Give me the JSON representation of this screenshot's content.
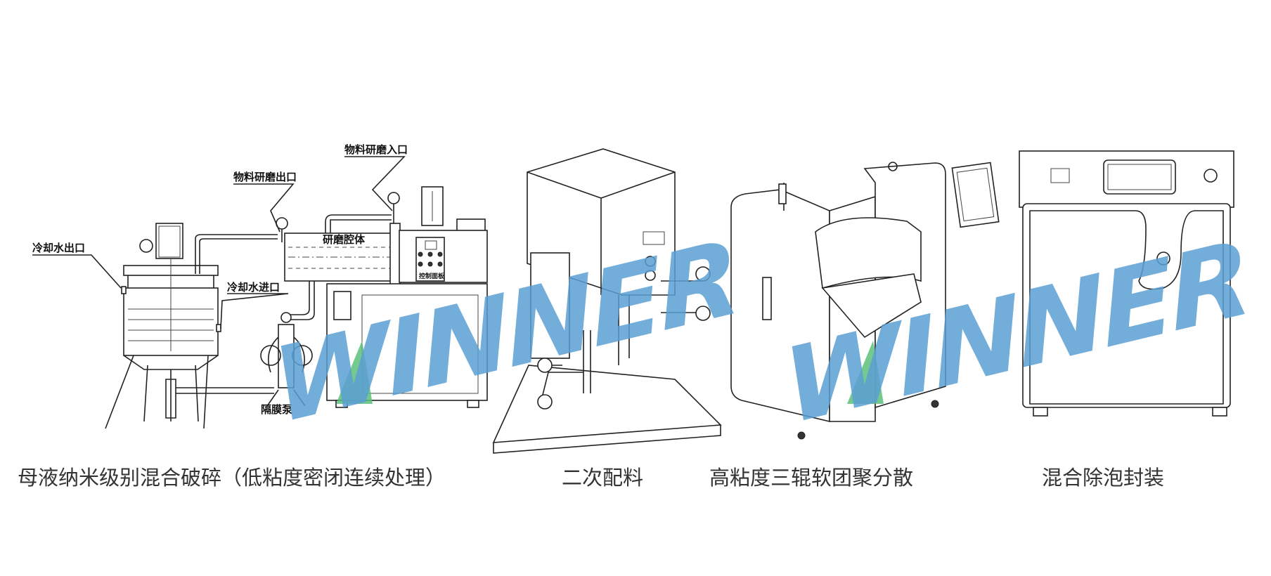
{
  "watermark": "WINNER",
  "colors": {
    "watermark_blue": "#5b9fd4",
    "watermark_green": "#5cbf7a",
    "line": "#222222",
    "caption": "#333333"
  },
  "diagram_labels": {
    "cooling_water_outlet": "冷却水出口",
    "material_grinding_outlet": "物料研磨出口",
    "material_grinding_inlet": "物料研磨入口",
    "grinding_chamber": "研磨腔体",
    "control_panel": "控制面板",
    "cooling_water_inlet": "冷却水进口",
    "diaphragm_pump": "隔膜泵"
  },
  "captions": [
    "母液纳米级别混合破碎（低粘度密闭连续处理）",
    "二次配料",
    "高粘度三辊软团聚分散",
    "混合除泡封装"
  ]
}
